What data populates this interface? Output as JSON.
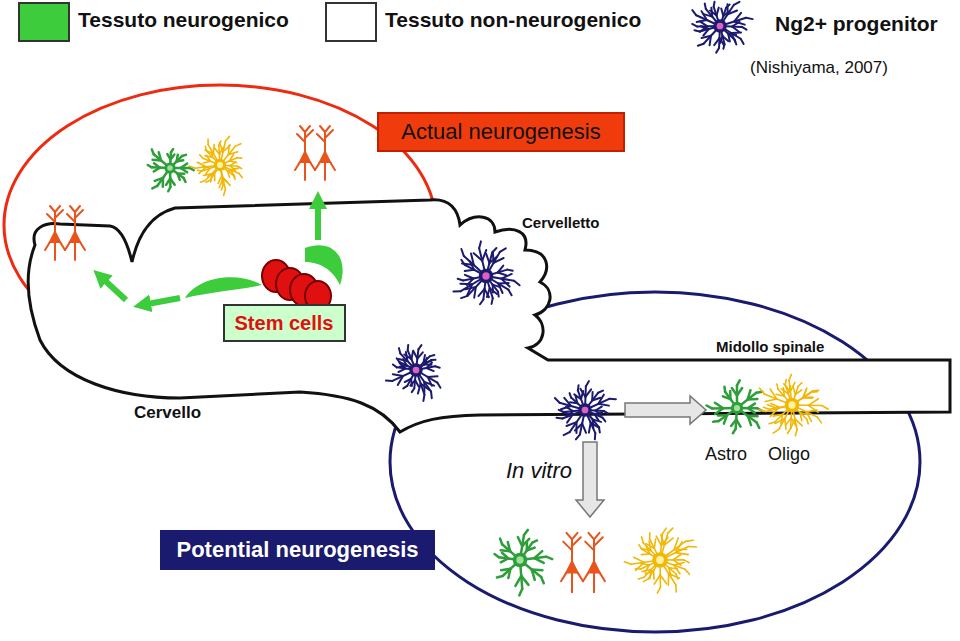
{
  "diagram": {
    "nodes": [
      {
        "text": [
          "Actual neurogenesis"
        ]
      },
      {
        "text": [
          "Stem cells"
        ]
      },
      {
        "text": [
          "Potential neurogenesis"
        ]
      }
    ],
    "labels": [
      "(Nishiyama, 2007)",
      "Cervelletto",
      "Cervello",
      "Midollo spinale",
      "In vitro",
      "Astro",
      "Oligo"
    ],
    "legend": [
      {
        "text": "Tessuto neurogenico",
        "color": "#3ccc3c"
      },
      {
        "text": "Tessuto non-neurogenico",
        "color": "#ffffff"
      },
      {
        "text": "Ng2+ progenitor"
      }
    ]
  }
}
